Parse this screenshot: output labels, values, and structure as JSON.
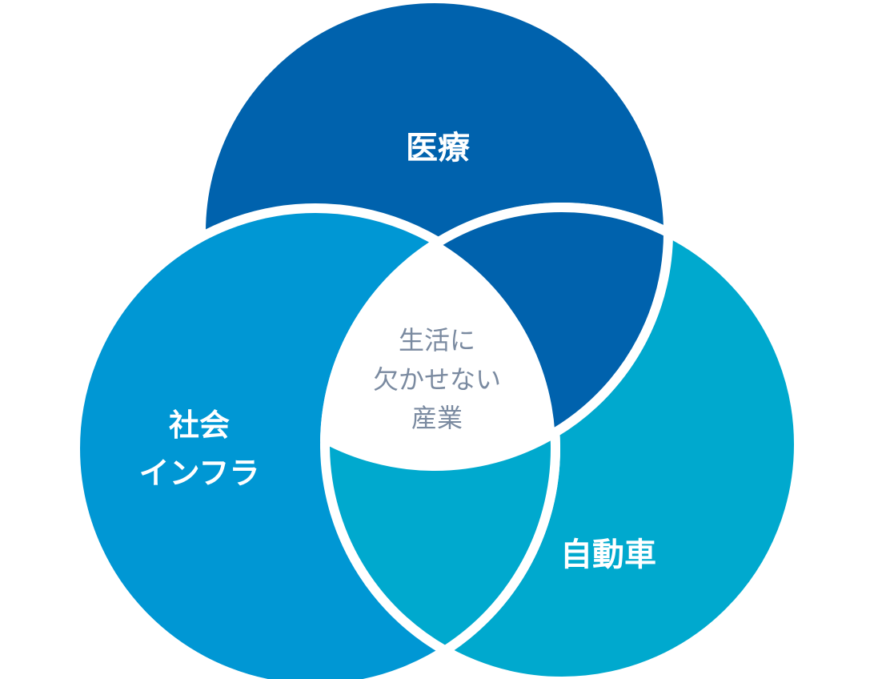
{
  "diagram": {
    "circles": {
      "top": {
        "label": "医療",
        "color": "#0062ad"
      },
      "left": {
        "label_line1": "社会",
        "label_line2": "インフラ",
        "color": "#0097d4"
      },
      "right": {
        "label": "自動車",
        "color": "#00a9ce"
      }
    },
    "center": {
      "line1": "生活に",
      "line2": "欠かせない",
      "line3": "産業",
      "color": "#7a8aa0"
    }
  }
}
